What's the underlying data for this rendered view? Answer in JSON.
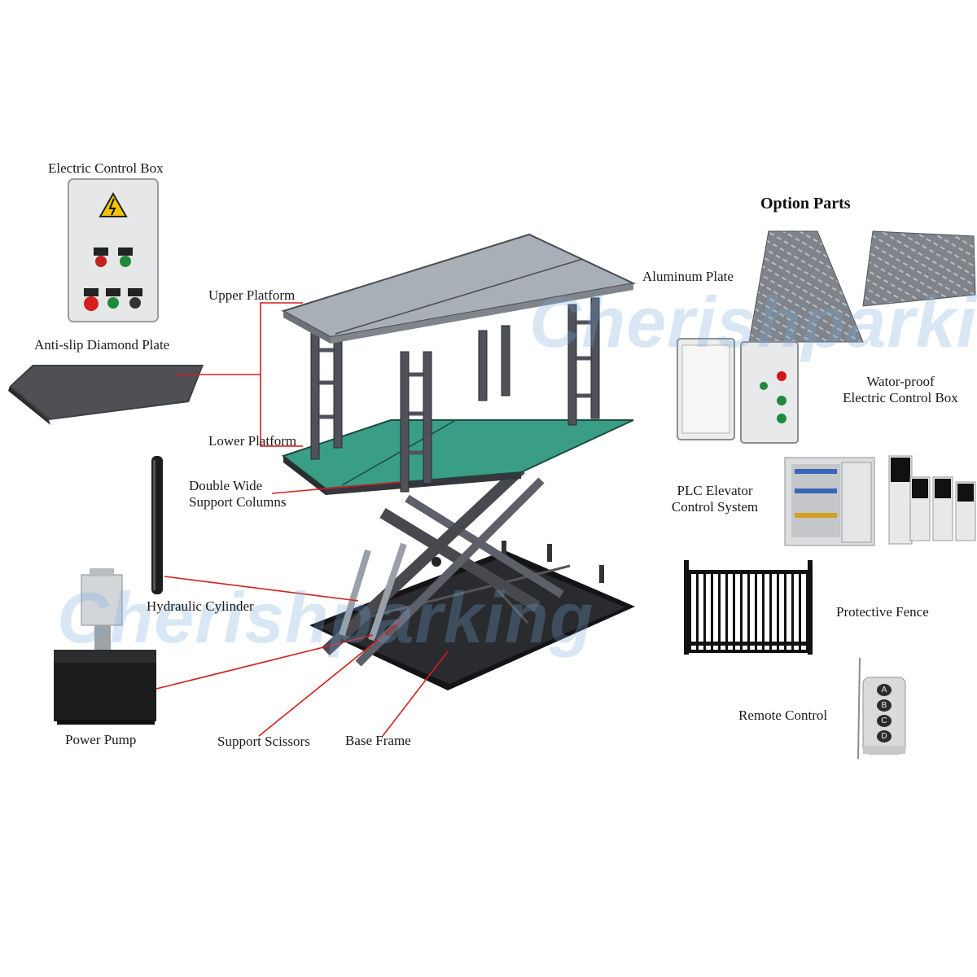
{
  "watermark": "Cherishparking",
  "option_title": "Option Parts",
  "labels": {
    "electric_control_box": "Electric Control Box",
    "anti_slip": "Anti-slip Diamond Plate",
    "upper_platform": "Upper Platform",
    "lower_platform": "Lower Platform",
    "double_wide_1": "Double Wide",
    "double_wide_2": "Support Columns",
    "hydraulic_cylinder": "Hydraulic Cylinder",
    "power_pump": "Power Pump",
    "support_scissors": "Support Scissors",
    "base_frame": "Base Frame",
    "aluminum_plate": "Aluminum Plate",
    "waterproof_1": "Wator-proof",
    "waterproof_2": "Electric Control Box",
    "plc_1": "PLC Elevator",
    "plc_2": "Control System",
    "protective_fence": "Protective Fence",
    "remote_control": "Remote Control"
  },
  "remote_buttons": [
    "A",
    "B",
    "C",
    "D"
  ],
  "colors": {
    "leader_line": "#d41e1e",
    "upper_deck": "#a9afb6",
    "lower_deck": "#3a9e86",
    "steel": "#50535a",
    "watermark": "#78aadc"
  }
}
